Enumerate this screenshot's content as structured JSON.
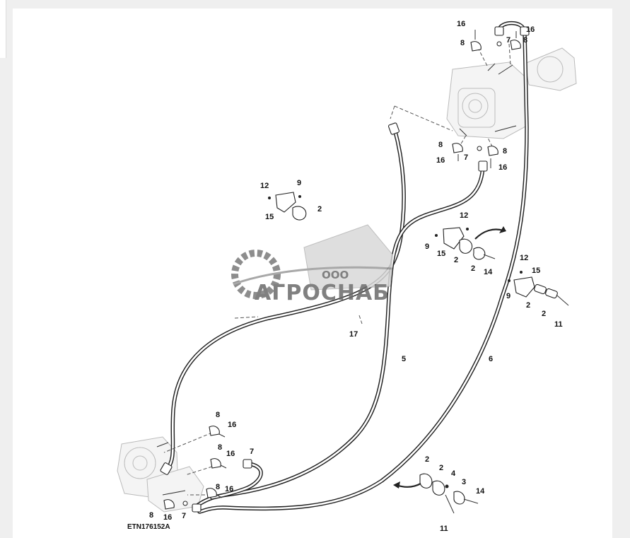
{
  "diagram": {
    "figure_code": "ETN176152A",
    "callouts": {
      "c_16a": "16",
      "c_8a": "8",
      "c_7a": "7",
      "c_16b": "16",
      "c_8b": "8",
      "c_8c": "8",
      "c_16c": "16",
      "c_7b": "7",
      "c_8d": "8",
      "c_16d": "16",
      "c_12a": "12",
      "c_9a": "9",
      "c_15a": "15",
      "c_2a": "2",
      "c_12b": "12",
      "c_9b": "9",
      "c_15b": "15",
      "c_2b": "2",
      "c_2c": "2",
      "c_14a": "14",
      "c_12c": "12",
      "c_15c": "15",
      "c_9c": "9",
      "c_2d": "2",
      "c_2e": "2",
      "c_11a": "11",
      "c_17": "17",
      "c_5": "5",
      "c_6": "6",
      "c_8e": "8",
      "c_16e": "16",
      "c_8f": "8",
      "c_16f": "16",
      "c_7c": "7",
      "c_8g": "8",
      "c_16g": "16",
      "c_8h": "8",
      "c_16h": "16",
      "c_7d": "7",
      "c_2f": "2",
      "c_2g": "2",
      "c_4": "4",
      "c_3": "3",
      "c_14b": "14",
      "c_11b": "11"
    }
  },
  "watermark": {
    "company": "АГРОСНАБ",
    "legal_form": "ООО"
  }
}
